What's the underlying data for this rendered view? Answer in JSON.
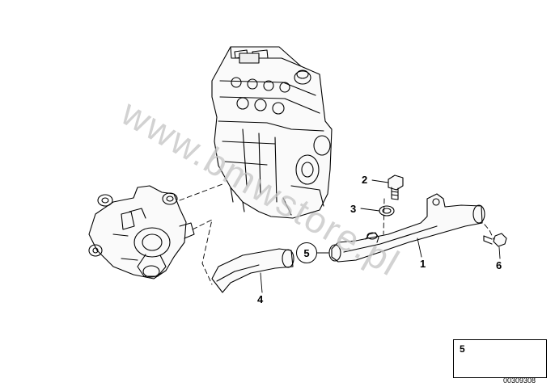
{
  "watermark": "www.bmwstore.pl",
  "callouts": [
    {
      "id": "1",
      "label": "1"
    },
    {
      "id": "2",
      "label": "2"
    },
    {
      "id": "3",
      "label": "3"
    },
    {
      "id": "4",
      "label": "4"
    },
    {
      "id": "5",
      "label": "5"
    },
    {
      "id": "6",
      "label": "6"
    }
  ],
  "legend": {
    "item_number": "5"
  },
  "diagram_id": "00309308"
}
